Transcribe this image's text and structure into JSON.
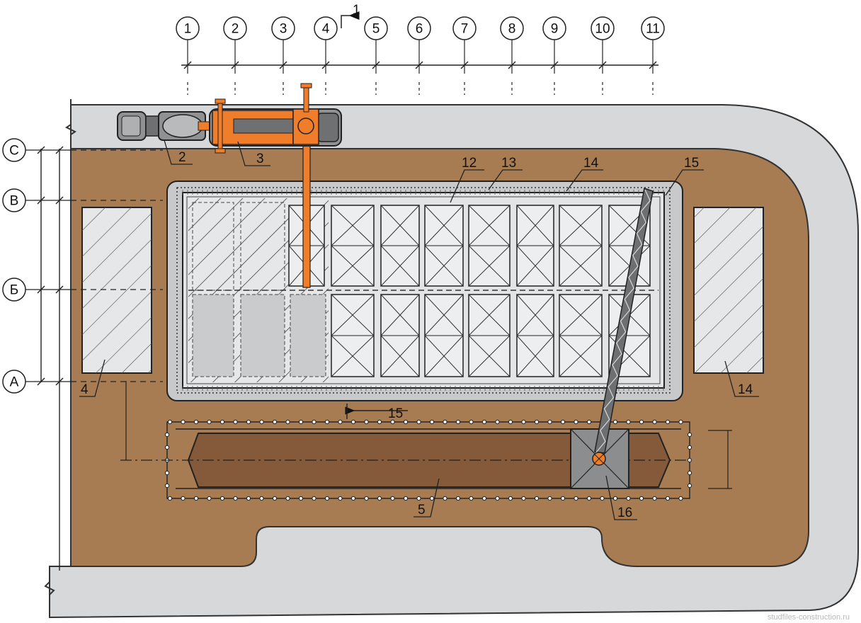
{
  "column_axes": [
    "1",
    "2",
    "3",
    "4",
    "5",
    "6",
    "7",
    "8",
    "9",
    "10",
    "11"
  ],
  "row_axes": [
    "C",
    "В",
    "Б",
    "А"
  ],
  "section_mark": "1",
  "callouts": {
    "truck_mixer": "2",
    "concrete_pump": "3",
    "storage_left": "4",
    "trench": "5",
    "formwork_panel": "12",
    "guard_rail": "13",
    "pit_edge": "14",
    "storage_right": "14",
    "crane_track": "15",
    "section_arrow": "15",
    "crane_base": "16"
  },
  "watermark": "studfiles-construction.ru",
  "colors": {
    "soil": "#a87c52",
    "road": "#d6d8da",
    "slab": "#e2e4e5",
    "pump": "#f07d2a",
    "trench": "#845a3a",
    "concrete": "#c9cbcc",
    "line": "#222222"
  }
}
